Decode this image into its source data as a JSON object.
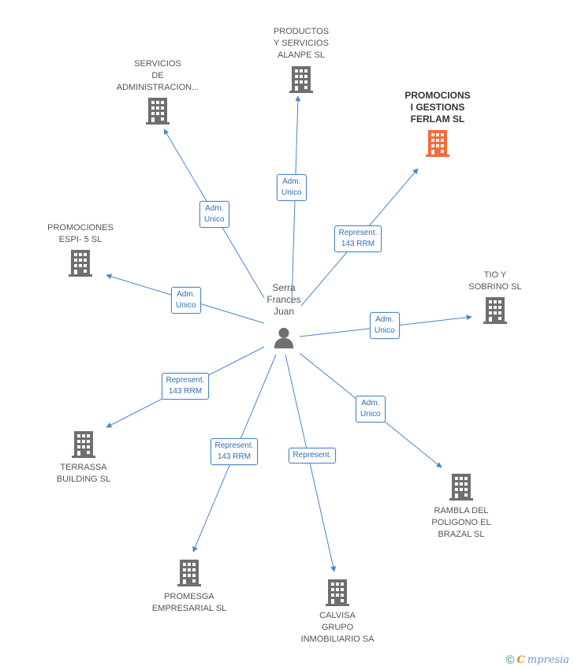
{
  "center": {
    "name": "Serra\nFrances\nJuan",
    "icon": "person-icon"
  },
  "colors": {
    "edge": "#4a86c8",
    "building": "#6f6f6f",
    "highlight": "#f26a3d",
    "person": "#707070"
  },
  "nodes": [
    {
      "id": "productos",
      "label": "PRODUCTOS\nY SERVICIOS\nALANPE SL",
      "highlight": false,
      "icon": "building-icon"
    },
    {
      "id": "servicios",
      "label": "SERVICIOS\nDE\nADMINISTRACION...",
      "highlight": false,
      "icon": "building-icon"
    },
    {
      "id": "ferlam",
      "label": "PROMOCIONS\nI GESTIONS\nFERLAM SL",
      "highlight": true,
      "icon": "building-icon"
    },
    {
      "id": "espi",
      "label": "PROMOCIONES\nESPI- 5 SL",
      "highlight": false,
      "icon": "building-icon"
    },
    {
      "id": "tio",
      "label": "TIO Y\nSOBRINO SL",
      "highlight": false,
      "icon": "building-icon"
    },
    {
      "id": "terrassa",
      "label": "TERRASSA\nBUILDING SL",
      "highlight": false,
      "icon": "building-icon"
    },
    {
      "id": "rambla",
      "label": "RAMBLA DEL\nPOLIGONO EL\nBRAZAL SL",
      "highlight": false,
      "icon": "building-icon"
    },
    {
      "id": "promesga",
      "label": "PROMESGA\nEMPRESARIAL SL",
      "highlight": false,
      "icon": "building-icon"
    },
    {
      "id": "calvisa",
      "label": "CALVISA\nGRUPO\nINMOBILIARIO SA",
      "highlight": false,
      "icon": "building-icon"
    }
  ],
  "edges": [
    {
      "to": "productos",
      "label": "Adm.\nUnico"
    },
    {
      "to": "servicios",
      "label": "Adm.\nUnico"
    },
    {
      "to": "ferlam",
      "label": "Represent.\n143 RRM"
    },
    {
      "to": "espi",
      "label": "Adm.\nUnico"
    },
    {
      "to": "tio",
      "label": "Adm.\nUnico"
    },
    {
      "to": "terrassa",
      "label": "Represent.\n143 RRM"
    },
    {
      "to": "rambla",
      "label": "Adm.\nUnico"
    },
    {
      "to": "promesga",
      "label": "Represent.\n143 RRM"
    },
    {
      "to": "calvisa",
      "label": "Represent."
    }
  ],
  "watermark": {
    "copyright": "©",
    "brand_initial": "C",
    "brand_rest": "mpresia"
  }
}
